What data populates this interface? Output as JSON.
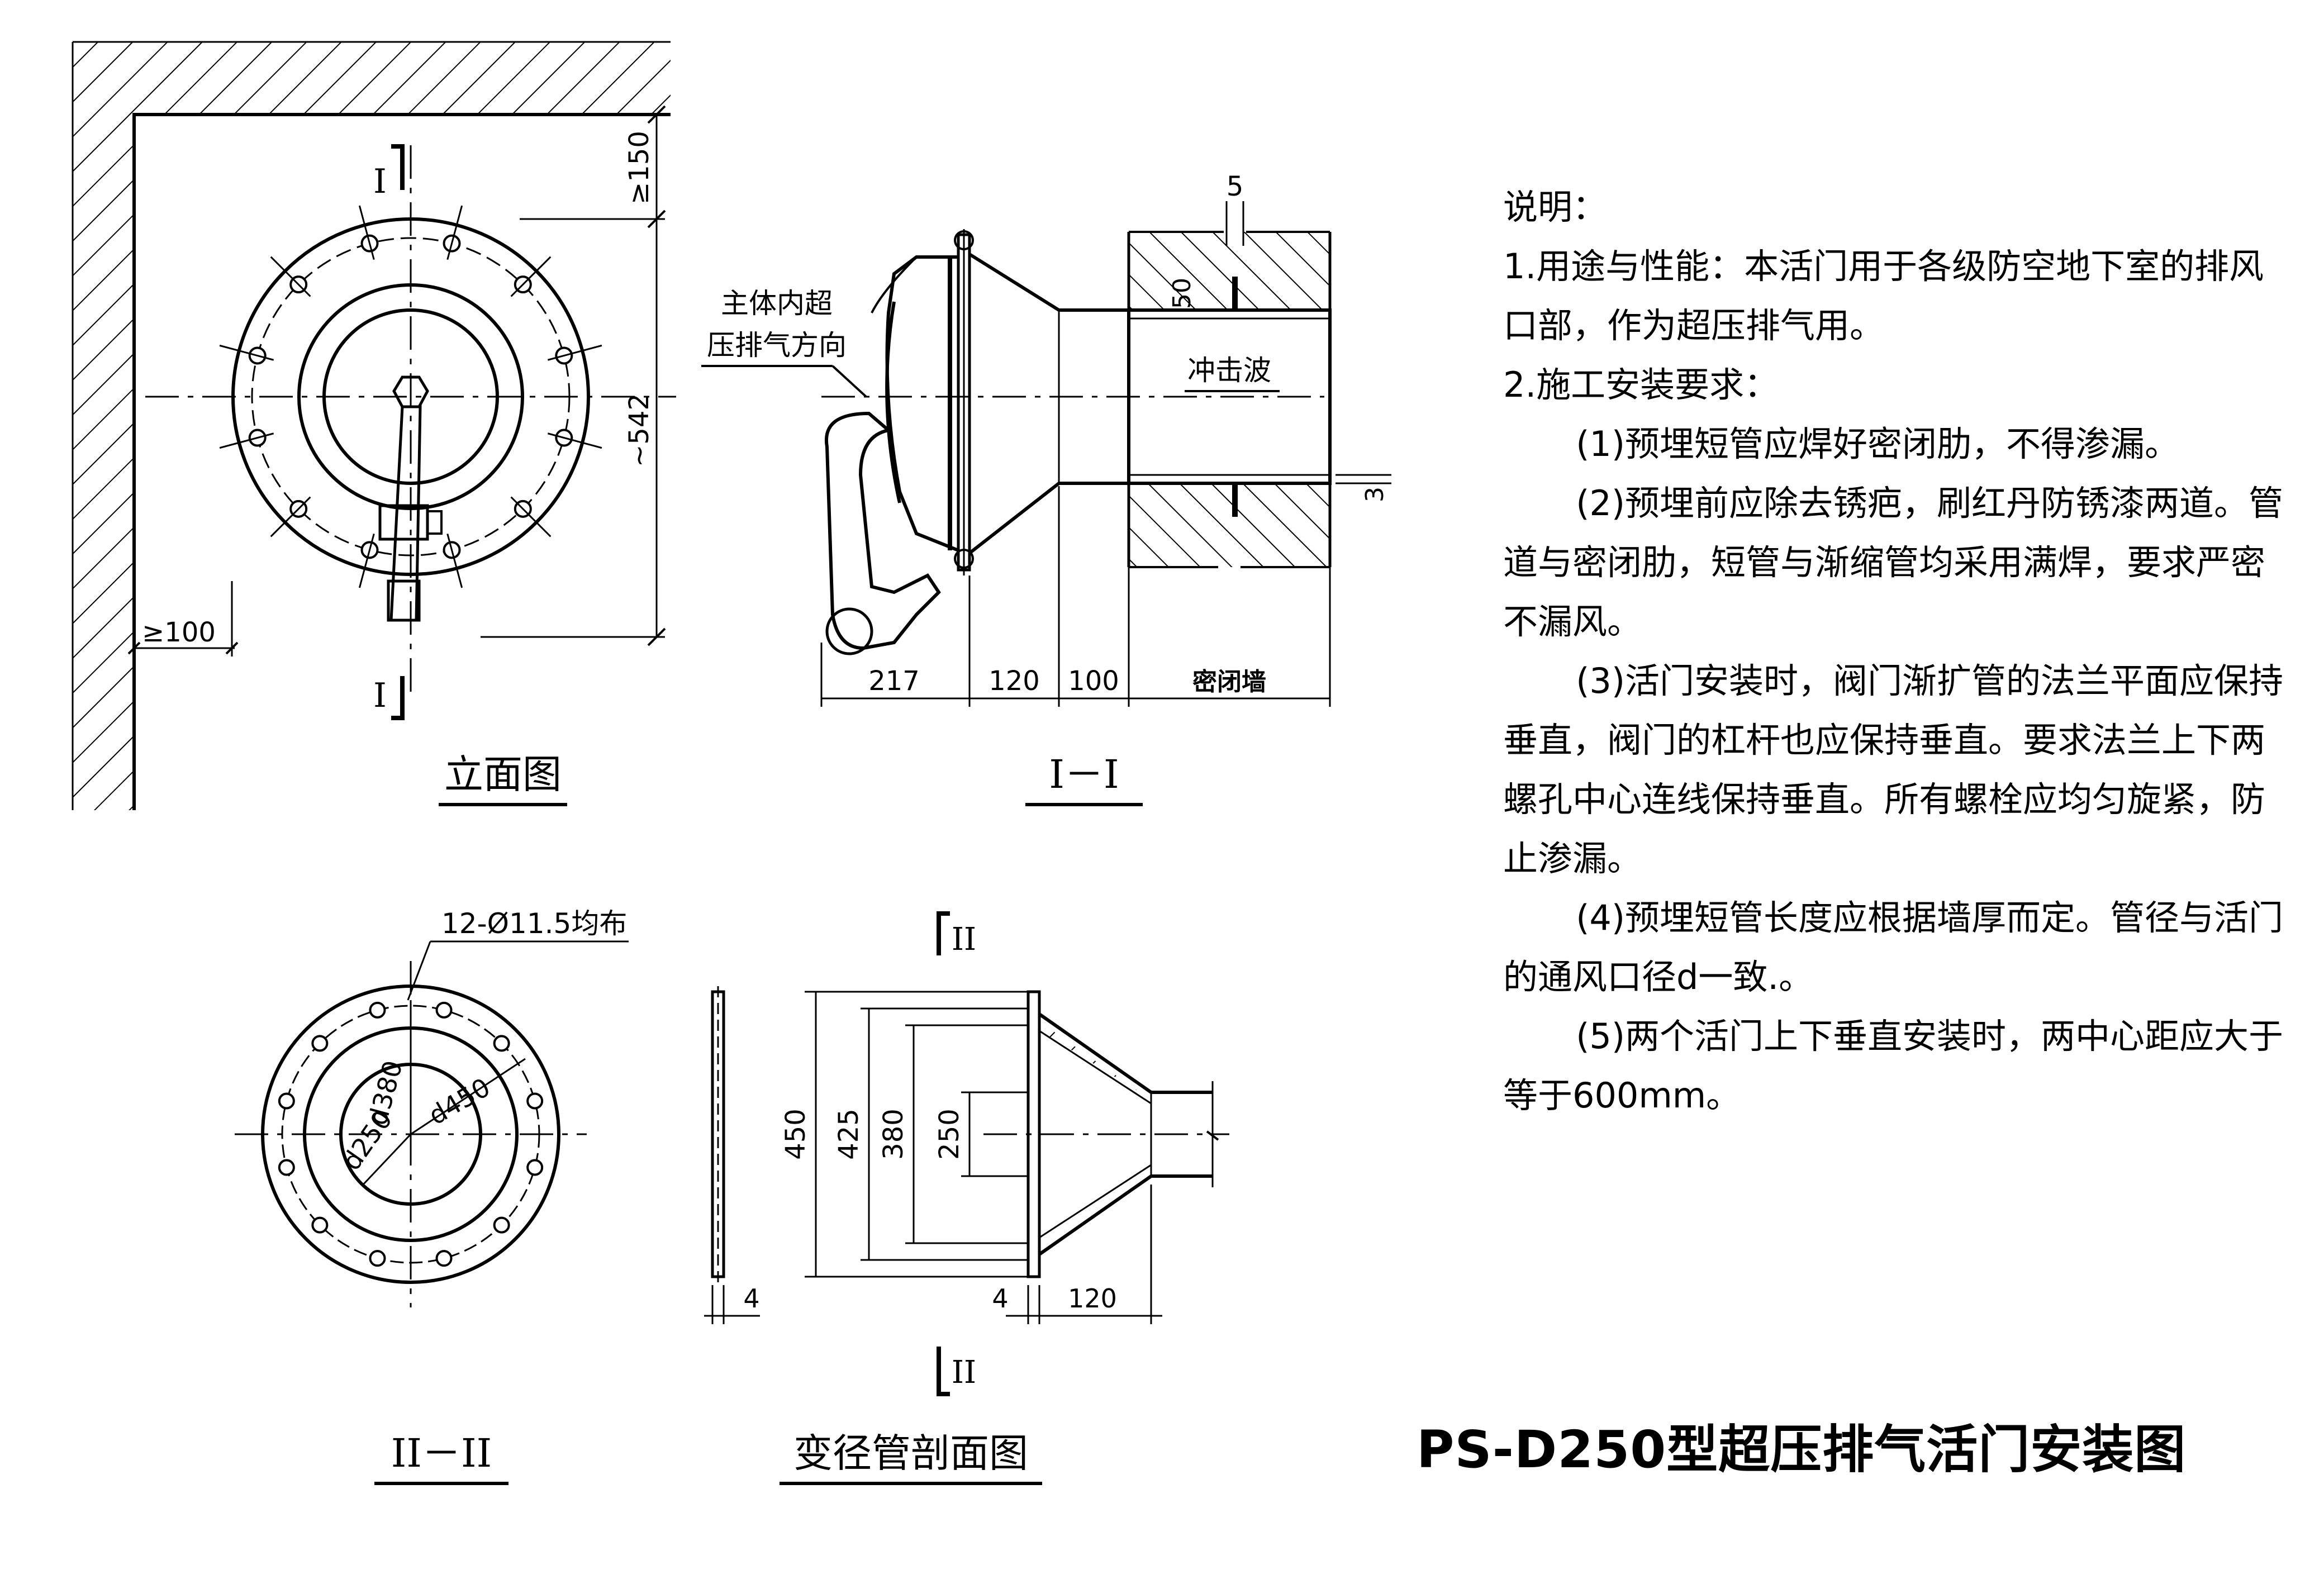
{
  "title": "PS-D250型超压排气活门安装图",
  "views": {
    "elevation": {
      "caption": "立面图",
      "section_mark_top": "I",
      "section_mark_bottom": "I",
      "dim_top_clearance": "≥150",
      "dim_height": "~542",
      "dim_side_clearance": "≥100"
    },
    "section_1": {
      "caption": "I－I",
      "flow_label_line1": "主体内超",
      "flow_label_line2": "压排气方向",
      "shock_wave_label": "冲击波",
      "dim_5": "5",
      "dim_50": "50",
      "dim_3": "3",
      "dim_217": "217",
      "dim_120": "120",
      "dim_100": "100",
      "wall_label": "密闭墙"
    },
    "section_2": {
      "caption": "II－II",
      "holes_label": "12-Ø11.5均布",
      "d250": "d250",
      "d380": "d380",
      "d450": "d450"
    },
    "reducer": {
      "caption": "变径管剖面图",
      "section_mark_top": "II",
      "section_mark_bottom": "II",
      "dim_450": "450",
      "dim_425": "425",
      "dim_380": "380",
      "dim_250": "250",
      "dim_4a": "4",
      "dim_4b": "4",
      "dim_120": "120"
    }
  },
  "notes": {
    "heading": "说明：",
    "lines": [
      "1.用途与性能：本活门用于各级防空地下室的排风口部，作为超压排气用。",
      "2.施工安装要求：",
      "(1)预埋短管应焊好密闭肋，不得渗漏。",
      "(2)预埋前应除去锈疤，刷红丹防锈漆两道。管道与密闭肋，短管与渐缩管均采用满焊，要求严密不漏风。",
      "(3)活门安装时，阀门渐扩管的法兰平面应保持垂直，阀门的杠杆也应保持垂直。要求法兰上下两螺孔中心连线保持垂直。所有螺栓应均匀旋紧，防止渗漏。",
      "(4)预埋短管长度应根据墙厚而定。管径与活门的通风口径d一致.。",
      "(5)两个活门上下垂直安装时，两中心距应大于等于600mm。"
    ]
  }
}
